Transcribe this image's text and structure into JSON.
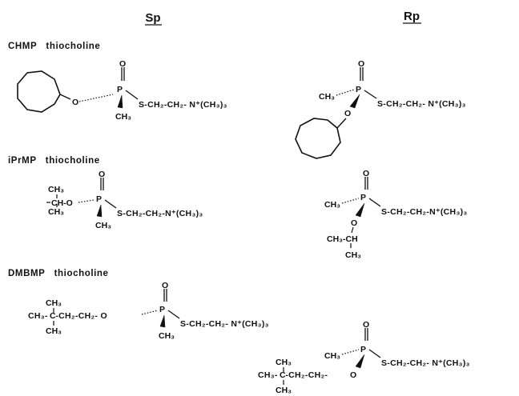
{
  "headers": {
    "sp": "Sp",
    "rp": "Rp"
  },
  "sections": [
    {
      "label": "CHMP   thiocholine"
    },
    {
      "label": "iPrMP   thiocholine"
    },
    {
      "label": "DMBMP   thiocholine"
    }
  ],
  "atoms": {
    "P": "P",
    "O": "O",
    "S": "S",
    "CH": "CH",
    "C": "C",
    "methyl": "CH3",
    "isopropyl_top": "CH3",
    "isopropyl_bottom": "CH3"
  },
  "chains": {
    "thiocholine": "S-CH2-CH2-N⁺(CH3)3",
    "sp_chmp_tail": "S-CH₂-CH₂- N⁺(CH₃)₃",
    "rp_chmp_tail": "S-CH₂-CH₂- N⁺(CH₃)₃",
    "sp_iprmp_tail": "S-CH₂-CH₂-N⁺(CH₃)₃",
    "rp_iprmp_tail": "S-CH₂-CH₂-N⁺(CH₃)₃",
    "sp_dmbmp_tail": "S-CH₂-CH₂- N⁺(CH₃)₃",
    "rp_dmbmp_tail": "S-CH₂-CH₂- N⁺(CH₃)₃",
    "sp_dmbmp_left": "CH₃-   -CH₂-CH₂- O",
    "rp_dmbmp_left": "CH₃-   -CH₂-CH₂-",
    "sp_iprmp_left": "CH-O",
    "rp_iprmp_ch": "CH₃-CH",
    "methyl_label": "CH₃"
  }
}
